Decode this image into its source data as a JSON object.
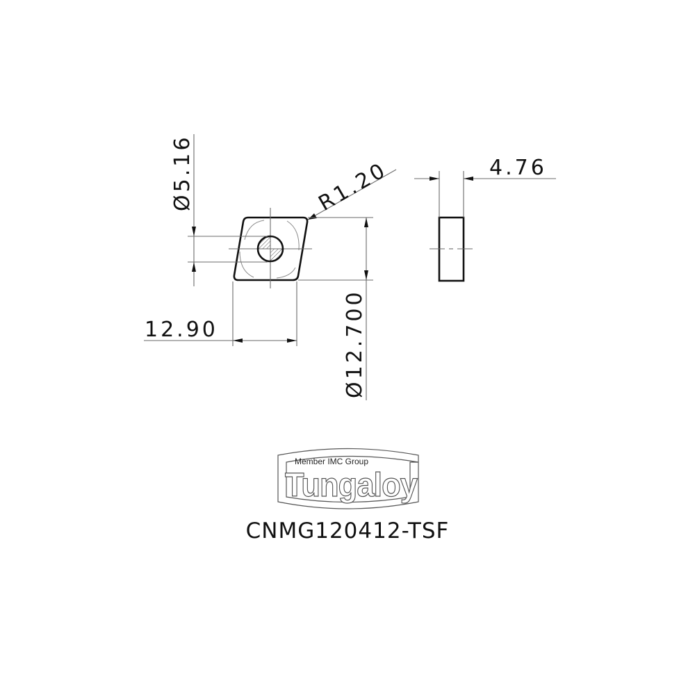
{
  "drawing": {
    "type": "technical-drawing",
    "subject": "turning insert",
    "dimensions": {
      "hole_diameter": "Ø5.16",
      "corner_radius": "R1.20",
      "thickness": "4.76",
      "edge_length": "12.90",
      "inscribed_circle": "Ø12.700"
    },
    "colors": {
      "line": "#111111",
      "thin_line": "#6a6a6a",
      "background": "#ffffff"
    }
  },
  "logo": {
    "tagline": "Member IMC Group",
    "brand": "Tungaloy"
  },
  "part_number": "CNMG120412-TSF"
}
